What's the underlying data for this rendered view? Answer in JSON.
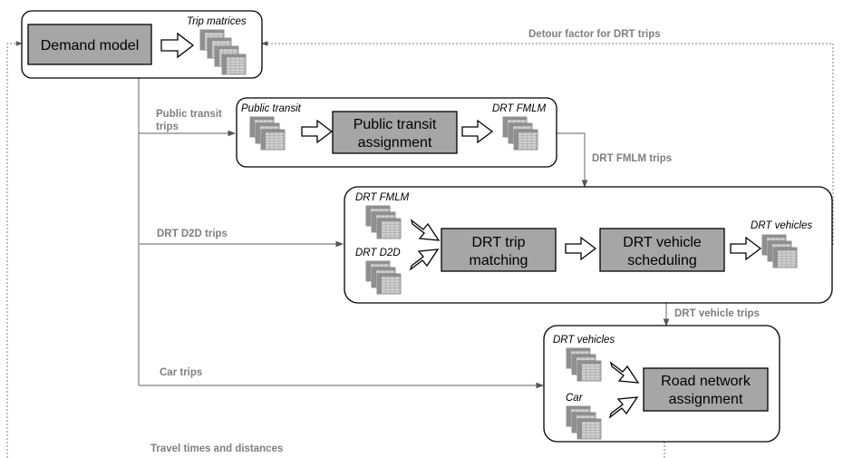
{
  "processes": {
    "demand_model": "Demand model",
    "pt_assignment": [
      "Public transit",
      "assignment"
    ],
    "drt_matching": [
      "DRT trip",
      "matching"
    ],
    "drt_scheduling": [
      "DRT vehicle",
      "scheduling"
    ],
    "road_assignment": [
      "Road network",
      "assignment"
    ]
  },
  "matrix_labels": {
    "trip_matrices": "Trip matrices",
    "public_transit": "Public transit",
    "drt_fmlm_out": "DRT FMLM",
    "drt_fmlm_in": "DRT FMLM",
    "drt_d2d": "DRT D2D",
    "drt_vehicles_out": "DRT vehicles",
    "drt_vehicles_in": "DRT vehicles",
    "car": "Car"
  },
  "flows": {
    "public_transit_trips": [
      "Public transit",
      "trips"
    ],
    "drt_fmlm_trips": "DRT FMLM trips",
    "drt_d2d_trips": "DRT D2D trips",
    "drt_vehicle_trips": "DRT vehicle trips",
    "car_trips": "Car trips",
    "detour_factor": "Detour factor for DRT trips",
    "travel_times": "Travel times and distances"
  },
  "colors": {
    "process_fill": "#a6a6a6",
    "flow_label": "#7f7f7f",
    "matrix_fill": "#c8c8c8"
  }
}
